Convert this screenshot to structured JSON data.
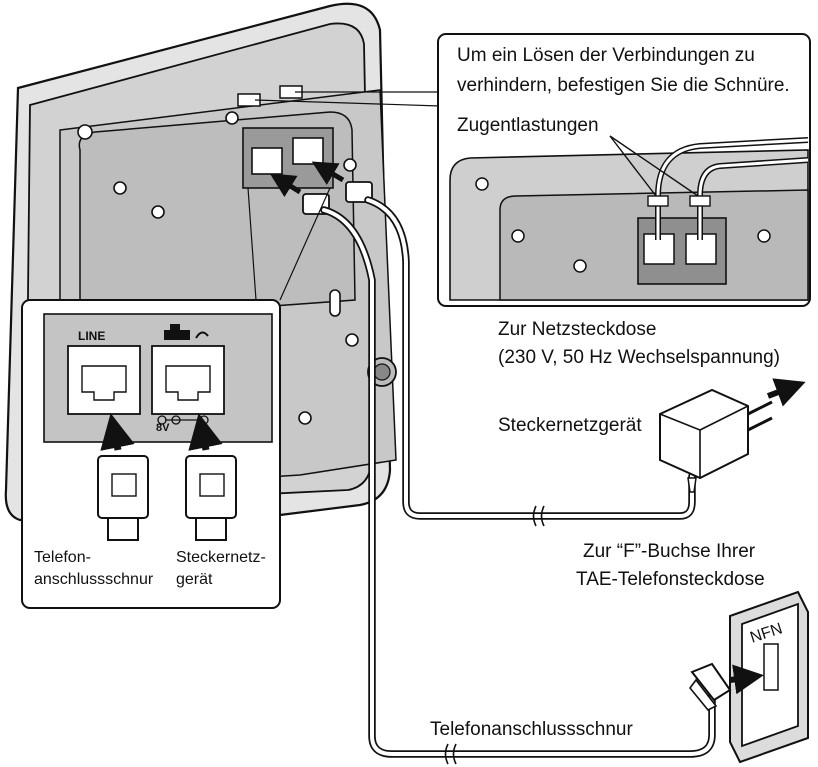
{
  "callout_top": {
    "note_line1": "Um ein Lösen der Verbindungen zu",
    "note_line2": "verhindern, befestigen Sie die Schnüre.",
    "strain_relief": "Zugentlastungen"
  },
  "inset_ports": {
    "line_label": "LINE",
    "voltage_label": "8V",
    "cord_left_line1": "Telefon-",
    "cord_left_line2": "anschlussschnur",
    "cord_right_line1": "Steckernetz-",
    "cord_right_line2": "gerät"
  },
  "power": {
    "outlet_line1": "Zur Netzsteckdose",
    "outlet_line2": "(230 V, 50 Hz Wechselspannung)",
    "adapter_label": "Steckernetzgerät"
  },
  "tae": {
    "socket_line1": "Zur “F”-Buchse Ihrer",
    "socket_line2": "TAE-Telefonsteckdose",
    "socket_letters": "NFN"
  },
  "bottom_cord": {
    "label": "Telefonanschlussschnur"
  },
  "colors": {
    "line": "#111111",
    "background": "#ffffff",
    "shade": "#dcdcdc",
    "shade_dark": "#b9b9b9"
  }
}
